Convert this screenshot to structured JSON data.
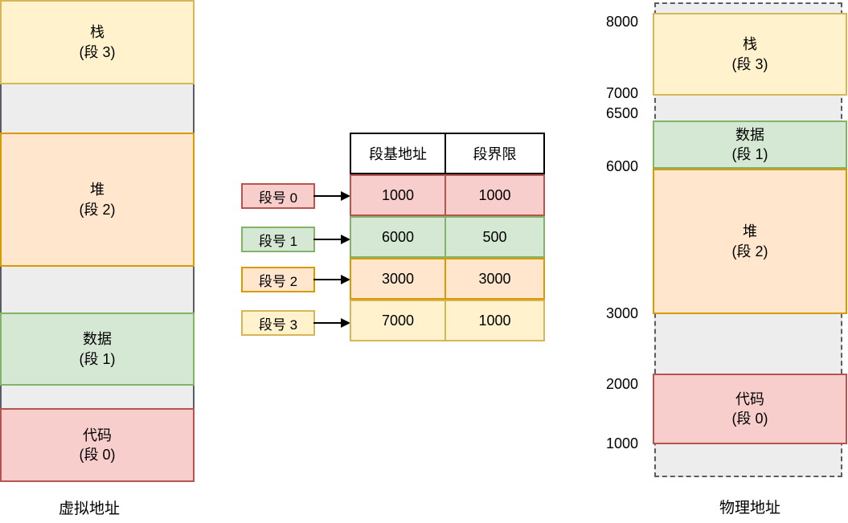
{
  "virtual_memory": {
    "caption": "虚拟地址",
    "segments": [
      {
        "id": "stack",
        "line1": "栈",
        "line2": "(段 3)"
      },
      {
        "id": "heap",
        "line1": "堆",
        "line2": "(段 2)"
      },
      {
        "id": "data",
        "line1": "数据",
        "line2": "(段 1)"
      },
      {
        "id": "code",
        "line1": "代码",
        "line2": "(段 0)"
      }
    ]
  },
  "segment_table": {
    "col_headers": [
      "段基地址",
      "段界限"
    ],
    "rows": [
      {
        "label": "段号 0",
        "base": "1000",
        "limit": "1000"
      },
      {
        "label": "段号 1",
        "base": "6000",
        "limit": "500"
      },
      {
        "label": "段号 2",
        "base": "3000",
        "limit": "3000"
      },
      {
        "label": "段号 3",
        "base": "7000",
        "limit": "1000"
      }
    ]
  },
  "physical_memory": {
    "caption": "物理地址",
    "address_labels": [
      "8000",
      "7000",
      "6500",
      "6000",
      "3000",
      "2000",
      "1000"
    ],
    "segments": [
      {
        "id": "stack",
        "line1": "栈",
        "line2": "(段 3)"
      },
      {
        "id": "data",
        "line1": "数据",
        "line2": "(段 1)"
      },
      {
        "id": "heap",
        "line1": "堆",
        "line2": "(段 2)"
      },
      {
        "id": "code",
        "line1": "代码",
        "line2": "(段 0)"
      }
    ]
  },
  "colors": {
    "yellow_fill": "#FFF2CC",
    "yellow_border": "#D6B656",
    "orange_fill": "#FFE6CC",
    "orange_border": "#D79B00",
    "green_fill": "#D5E8D4",
    "green_border": "#82B366",
    "red_fill": "#F8CECC",
    "red_border": "#B85450",
    "gray_fill": "#EDEDEE",
    "gray_border": "#5C5C66",
    "table_header_border": "#000000"
  }
}
